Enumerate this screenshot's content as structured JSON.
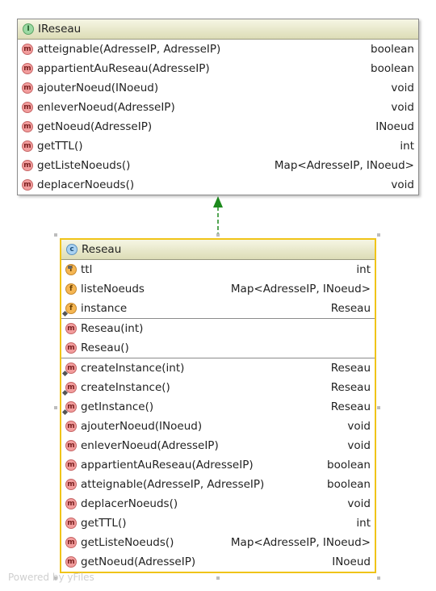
{
  "interface_box": {
    "stereotype_icon": "interface-badge-icon",
    "badge": "I",
    "title": "IReseau",
    "members": [
      {
        "badge": "m",
        "name": "atteignable(AdresseIP, AdresseIP)",
        "type": "boolean"
      },
      {
        "badge": "m",
        "name": "appartientAuReseau(AdresseIP)",
        "type": "boolean"
      },
      {
        "badge": "m",
        "name": "ajouterNoeud(INoeud)",
        "type": "void"
      },
      {
        "badge": "m",
        "name": "enleverNoeud(AdresseIP)",
        "type": "void"
      },
      {
        "badge": "m",
        "name": "getNoeud(AdresseIP)",
        "type": "INoeud"
      },
      {
        "badge": "m",
        "name": "getTTL()",
        "type": "int"
      },
      {
        "badge": "m",
        "name": "getListeNoeuds()",
        "type": "Map<AdresseIP, INoeud>"
      },
      {
        "badge": "m",
        "name": "deplacerNoeuds()",
        "type": "void"
      }
    ]
  },
  "class_box": {
    "badge": "c",
    "title": "Reseau",
    "fields": [
      {
        "badge": "f",
        "name": "ttl",
        "type": "int"
      },
      {
        "badge": "f",
        "name": "listeNoeuds",
        "type": "Map<AdresseIP, INoeud>"
      },
      {
        "badge": "f",
        "name": "instance",
        "type": "Reseau"
      }
    ],
    "constructors": [
      {
        "badge": "m",
        "name": "Reseau(int)",
        "type": ""
      },
      {
        "badge": "m",
        "name": "Reseau()",
        "type": ""
      }
    ],
    "methods": [
      {
        "badge": "m",
        "name": "createInstance(int)",
        "type": "Reseau"
      },
      {
        "badge": "m",
        "name": "createInstance()",
        "type": "Reseau"
      },
      {
        "badge": "m",
        "name": "getInstance()",
        "type": "Reseau"
      },
      {
        "badge": "m",
        "name": "ajouterNoeud(INoeud)",
        "type": "void"
      },
      {
        "badge": "m",
        "name": "enleverNoeud(AdresseIP)",
        "type": "void"
      },
      {
        "badge": "m",
        "name": "appartientAuReseau(AdresseIP)",
        "type": "boolean"
      },
      {
        "badge": "m",
        "name": "atteignable(AdresseIP, AdresseIP)",
        "type": "boolean"
      },
      {
        "badge": "m",
        "name": "deplacerNoeuds()",
        "type": "void"
      },
      {
        "badge": "m",
        "name": "getTTL()",
        "type": "int"
      },
      {
        "badge": "m",
        "name": "getListeNoeuds()",
        "type": "Map<AdresseIP, INoeud>"
      },
      {
        "badge": "m",
        "name": "getNoeud(AdresseIP)",
        "type": "INoeud"
      }
    ]
  },
  "relation": {
    "kind": "implements",
    "from": "Reseau",
    "to": "IReseau",
    "color": "#1d8a1d"
  },
  "colors": {
    "selection": "#f0c419",
    "method_badge": "#f29d9d",
    "field_badge": "#f5b653",
    "class_badge": "#a9d2f2",
    "interface_badge": "#9bd9a3"
  },
  "watermark": "Powered by yFiles"
}
